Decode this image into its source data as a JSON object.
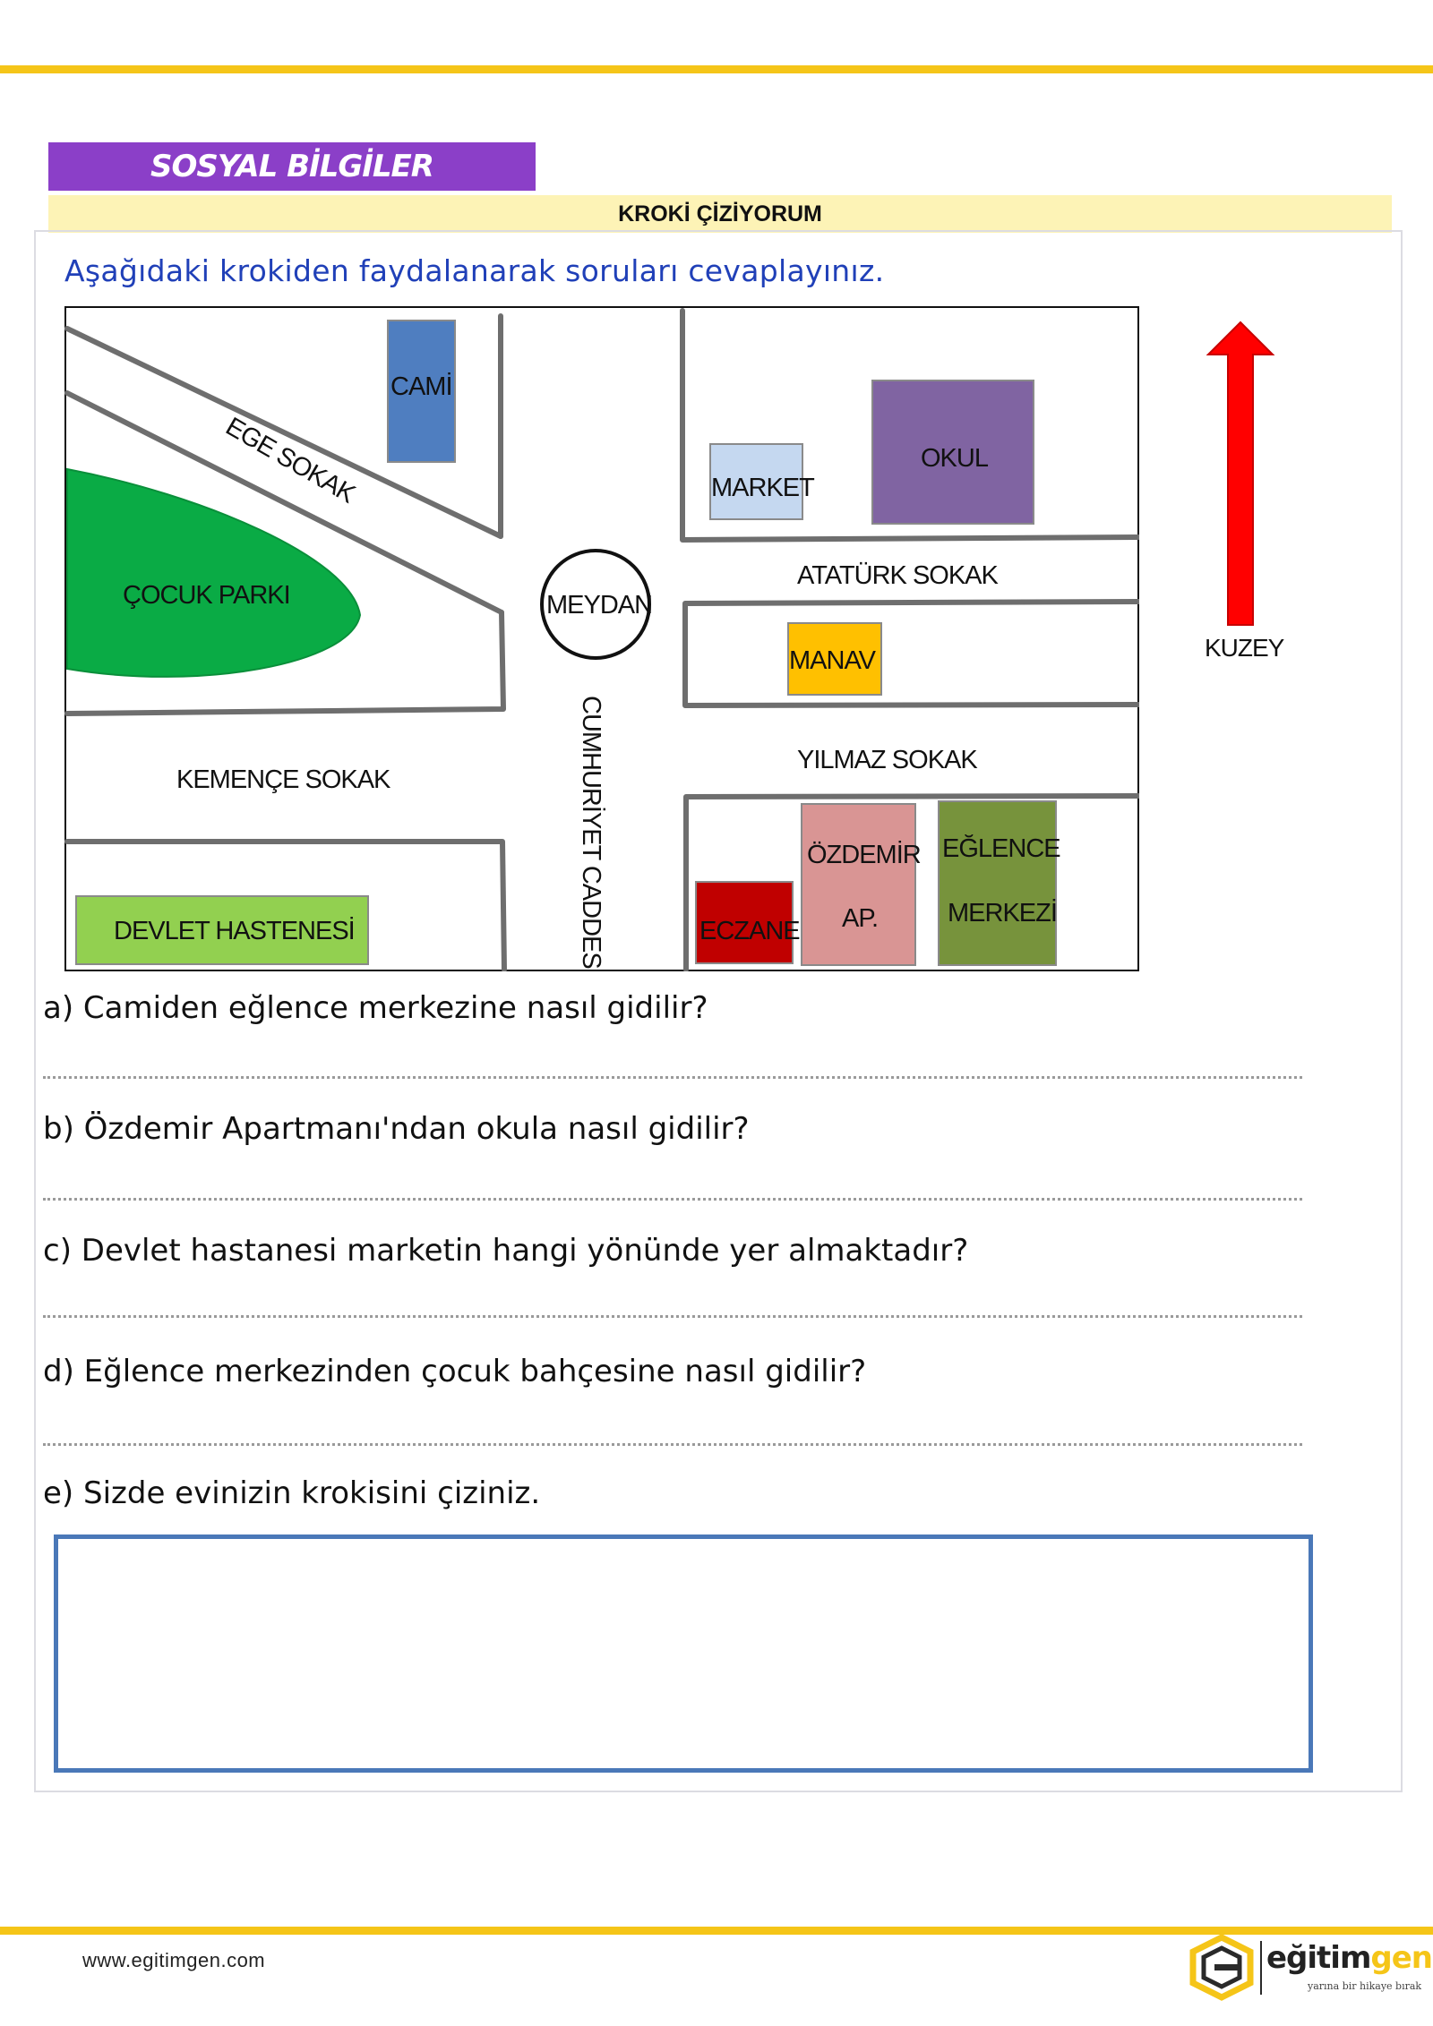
{
  "header": {
    "subject": "SOSYAL BİLGİLER",
    "title": "KROKİ ÇİZİYORUM"
  },
  "instruction": "Aşağıdaki krokiden faydalanarak soruları cevaplayınız.",
  "map": {
    "streets": {
      "ege": "EGE SOKAK",
      "kemence": "KEMENÇE SOKAK",
      "ataturk": "ATATÜRK SOKAK",
      "yilmaz": "YILMAZ SOKAK",
      "cumhuriyet": "CUMHURİYET CADDESİ"
    },
    "places": {
      "cami": "CAMİ",
      "market": "MARKET",
      "okul": "OKUL",
      "park": "ÇOCUK PARKI",
      "meydan": "MEYDAN",
      "manav": "MANAV",
      "ozdemir_line1": "ÖZDEMİR",
      "ozdemir_line2": "AP.",
      "eglence_line1": "EĞLENCE",
      "eglence_line2": "MERKEZİ",
      "eczane": "ECZANE",
      "hastane": "DEVLET HASTENESİ"
    },
    "colors": {
      "cami": "#4f7ec0",
      "market": "#c5d8f0",
      "okul": "#8064a2",
      "park": "#0aab45",
      "manav": "#ffc000",
      "ozdemir": "#d99594",
      "eglence": "#77933c",
      "eczane": "#c00000",
      "hastane": "#92d050"
    },
    "compass": {
      "label": "KUZEY",
      "arrow_color": "#ff0000"
    }
  },
  "questions": [
    {
      "text": "a) Camiden eğlence merkezine nasıl gidilir?"
    },
    {
      "text": "b) Özdemir Apartmanı'ndan okula nasıl gidilir?"
    },
    {
      "text": "c) Devlet hastanesi marketin hangi yönünde yer almaktadır?"
    },
    {
      "text": "d) Eğlence merkezinden çocuk bahçesine nasıl gidilir?"
    },
    {
      "text": "e) Sizde evinizin krokisini çiziniz."
    }
  ],
  "footer": {
    "website": "www.egitimgen.com",
    "brand_main": "eğitim",
    "brand_accent": "gen",
    "tagline": "yarına bir hikaye bırak"
  }
}
